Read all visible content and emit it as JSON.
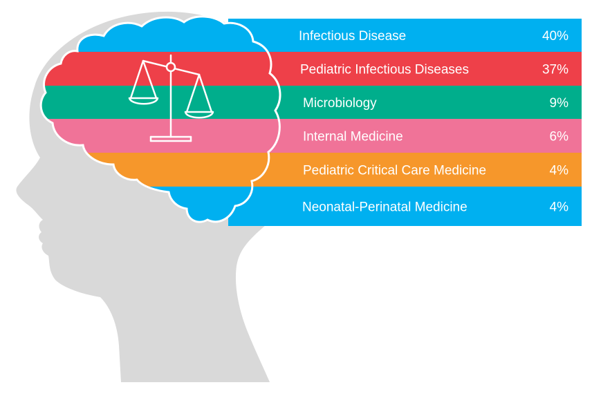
{
  "chart_data": {
    "type": "bar",
    "title": "",
    "categories": [
      "Infectious Disease",
      "Pediatric Infectious Diseases",
      "Microbiology",
      "Internal Medicine",
      "Pediatric Critical Care Medicine",
      "Neonatal-Perinatal Medicine"
    ],
    "values": [
      40,
      37,
      9,
      6,
      4,
      4
    ],
    "value_labels": [
      "40%",
      "37%",
      "9%",
      "6%",
      "4%",
      "4%"
    ],
    "unit": "%",
    "colors": [
      "#00b0f0",
      "#ee4049",
      "#00ae8c",
      "#f07398",
      "#f6972b",
      "#00b0f0"
    ],
    "legend": "none",
    "grid": false
  },
  "illustration": {
    "head_color": "#d9d9d9",
    "brain_outline_color": "#ffffff",
    "icon": "balance-scale-icon"
  }
}
